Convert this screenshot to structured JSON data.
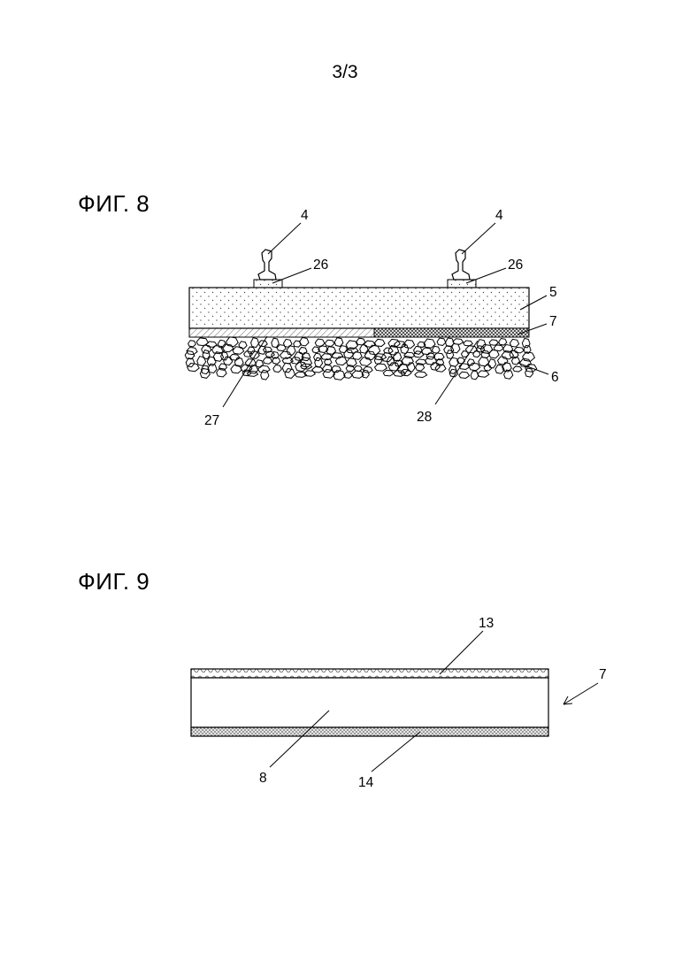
{
  "page_number": "3/3",
  "figure8": {
    "title": "ФИГ. 8",
    "refs": {
      "rail_left": "4",
      "rail_right": "4",
      "pad_left": "26",
      "pad_right": "26",
      "sleeper": "5",
      "mat": "7",
      "ballast": "6",
      "mat_left_section": "27",
      "mat_right_section": "28"
    }
  },
  "figure9": {
    "title": "ФИГ. 9",
    "refs": {
      "top_layer": "13",
      "mat": "7",
      "core": "8",
      "bottom_layer": "14"
    }
  }
}
